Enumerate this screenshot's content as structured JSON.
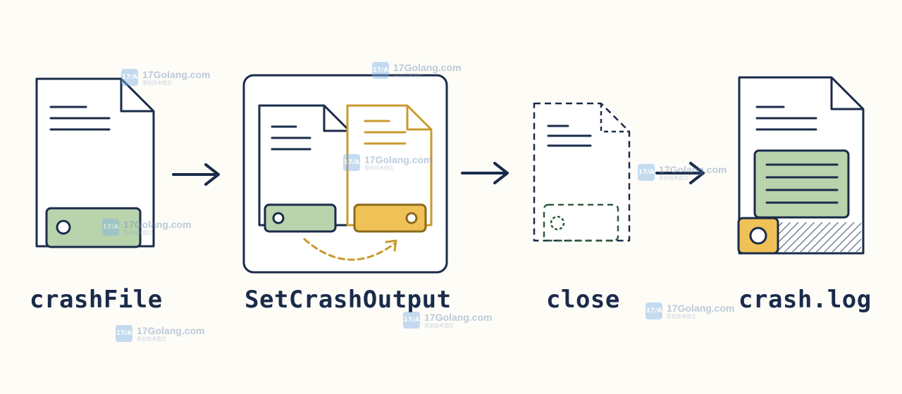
{
  "colors": {
    "navy": "#1a2b4a",
    "green_fill": "#b9d3ad",
    "gold": "#c99a2e",
    "gold_fill": "#f0c157",
    "dashed_green": "#2f5a3a",
    "background": "#fdfcf7"
  },
  "steps": [
    {
      "label": "crashFile"
    },
    {
      "label": "SetCrashOutput"
    },
    {
      "label": "close"
    },
    {
      "label": "crash.log"
    }
  ],
  "watermark": {
    "site": "17Golang.com",
    "subtitle": "原创技术图文",
    "logo_text": "17/A"
  }
}
